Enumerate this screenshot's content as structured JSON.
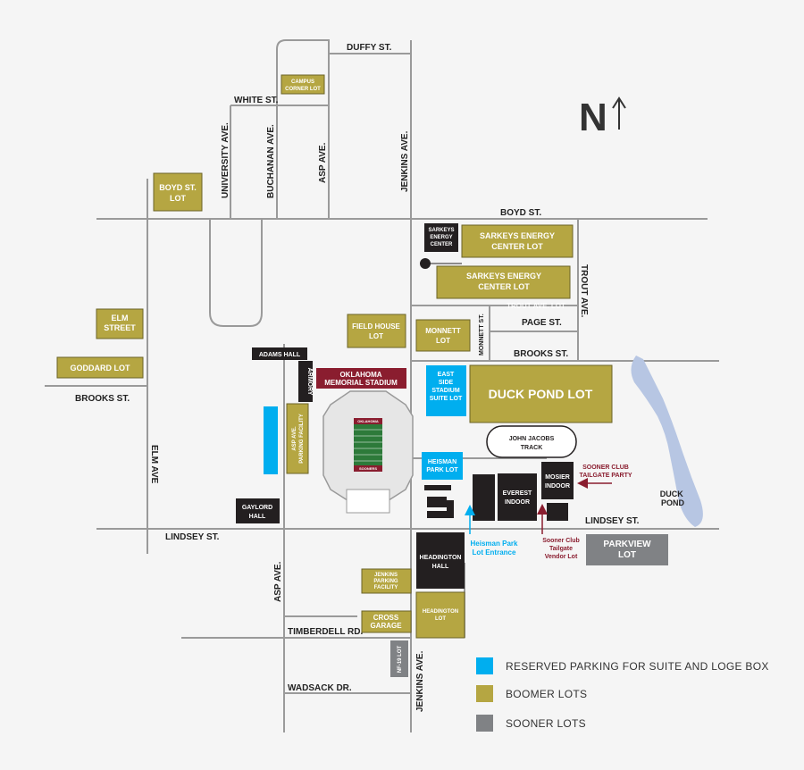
{
  "colors": {
    "background": "#f5f5f5",
    "road": "#9a9a9a",
    "boomer": "#b5a642",
    "suite": "#00aeef",
    "sooner": "#808285",
    "building": "#231f20",
    "stadium_banner": "#8a1d2f",
    "pond": "#b7c6e3",
    "sooner_club": "#8a1d2f",
    "heisman_entrance": "#00aeef"
  },
  "streets": {
    "duffy": "DUFFY ST.",
    "white": "WHITE ST.",
    "university": "UNIVERSITY AVE.",
    "buchanan": "BUCHANAN AVE.",
    "asp_north": "ASP AVE.",
    "jenkins_north": "JENKINS AVE.",
    "boyd": "BOYD ST.",
    "trout_ave": "TROUT AVE.",
    "page": "PAGE ST.",
    "monnett": "MONNETT ST.",
    "brooks_east": "BROOKS ST.",
    "brooks_west": "BROOKS ST.",
    "elm": "ELM AVE",
    "lindsey_west": "LINDSEY ST.",
    "lindsey_east": "LINDSEY ST.",
    "asp_south": "ASP AVE.",
    "timberdell": "TIMBERDELL RD.",
    "wadsack": "WADSACK DR.",
    "jenkins_south": "JENKINS AVE."
  },
  "lots": {
    "campus_corner": [
      "CAMPUS",
      "CORNER LOT"
    ],
    "boyd_st": [
      "BOYD ST.",
      "LOT"
    ],
    "elm_street": [
      "ELM",
      "STREET"
    ],
    "goddard": [
      "GODDARD LOT"
    ],
    "sarkeys_1": [
      "SARKEYS ENERGY",
      "CENTER LOT"
    ],
    "sarkeys_2": [
      "SARKEYS ENERGY",
      "CENTER LOT"
    ],
    "trout_ave_lot": "TROUT AVE. LOT",
    "field_house": [
      "FIELD HOUSE",
      "LOT"
    ],
    "monnett": [
      "MONNETT",
      "LOT"
    ],
    "duck_pond": "DUCK POND LOT",
    "east_side_suite": [
      "EAST",
      "SIDE",
      "STADIUM",
      "SUITE LOT"
    ],
    "heisman_park": [
      "HEISMAN",
      "PARK LOT"
    ],
    "asp_ave_facility": [
      "ASP AVE.",
      "PARKING FACILITY"
    ],
    "jenkins_facility": [
      "JENKINS",
      "PARKING",
      "FACILITY"
    ],
    "cross_garage": [
      "CROSS",
      "GARAGE"
    ],
    "headington_lot": [
      "HEADINGTON",
      "LOT"
    ],
    "parkview": [
      "PARKVIEW",
      "LOT"
    ],
    "nf19": "NF-19 LOT"
  },
  "buildings": {
    "sarkeys_center": [
      "SARKEYS",
      "ENERGY",
      "CENTER"
    ],
    "adams_hall": "ADAMS HALL",
    "armory": "ARMORY",
    "stadium": [
      "OKLAHOMA",
      "MEMORIAL STADIUM"
    ],
    "john_jacobs": [
      "JOHN JACOBS",
      "TRACK"
    ],
    "everest": [
      "EVEREST",
      "INDOOR"
    ],
    "mosier": [
      "MOSIER",
      "INDOOR"
    ],
    "gaylord": [
      "GAYLORD",
      "HALL"
    ],
    "headington_hall": [
      "HEADINGTON",
      "HALL"
    ],
    "field_end_north": "OKLAHOMA",
    "field_end_south": "SOONERS"
  },
  "pond_label": [
    "DUCK",
    "POND"
  ],
  "annotations": {
    "sooner_club_party": [
      "SOONER CLUB",
      "TAILGATE PARTY"
    ],
    "sooner_club_vendor": [
      "Sooner Club",
      "Tailgate",
      "Vendor Lot"
    ],
    "heisman_entrance": [
      "Heisman Park",
      "Lot Entrance"
    ]
  },
  "compass": {
    "letter": "N",
    "icon": "north-arrow-icon"
  },
  "legend": [
    {
      "label": "RESERVED PARKING FOR SUITE AND LOGE BOX",
      "color": "#00aeef"
    },
    {
      "label": "BOOMER LOTS",
      "color": "#b5a642"
    },
    {
      "label": "SOONER LOTS",
      "color": "#808285"
    }
  ]
}
